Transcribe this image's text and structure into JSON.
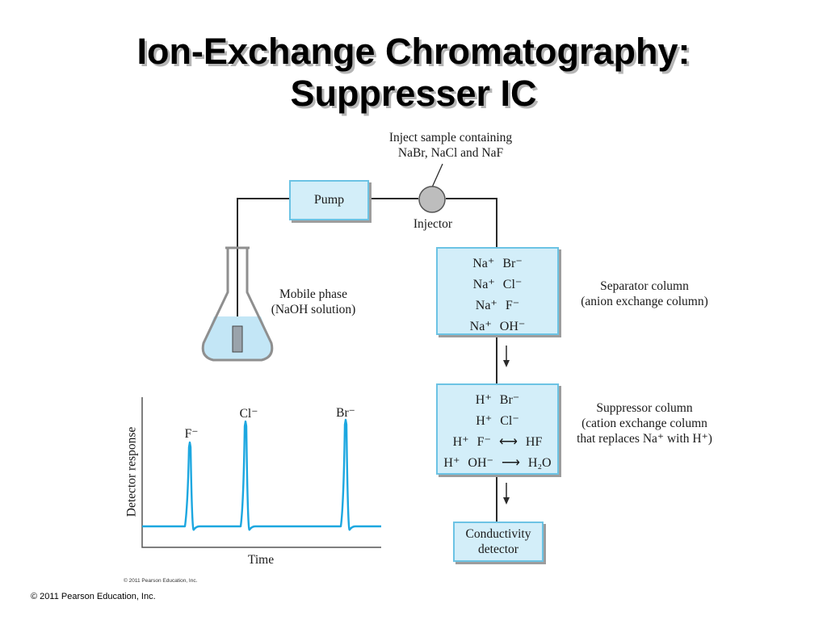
{
  "title": {
    "line1": "Ion-Exchange Chromatography:",
    "line2": "Suppresser IC"
  },
  "inject": {
    "line1": "Inject sample containing",
    "line2": "NaBr, NaCl and NaF"
  },
  "pump_label": "Pump",
  "injector_label": "Injector",
  "mobile_phase": {
    "line1": "Mobile phase",
    "line2": "(NaOH solution)"
  },
  "separator": {
    "rows": [
      [
        "Na⁺",
        "Br⁻"
      ],
      [
        "Na⁺",
        "Cl⁻"
      ],
      [
        "Na⁺",
        "F⁻"
      ],
      [
        "Na⁺",
        "OH⁻"
      ]
    ],
    "label_line1": "Separator column",
    "label_line2": "(anion exchange column)"
  },
  "suppressor": {
    "rows": [
      [
        "H⁺",
        "Br⁻"
      ],
      [
        "H⁺",
        "Cl⁻"
      ],
      [
        "H⁺",
        "F⁻",
        "⟷",
        "HF"
      ],
      [
        "H⁺",
        "OH⁻",
        "⟶",
        "H₂O"
      ]
    ],
    "label_line1": "Suppressor column",
    "label_line2": "(cation exchange column",
    "label_line3": "that replaces Na⁺ with H⁺)"
  },
  "detector": {
    "line1": "Conductivity",
    "line2": "detector"
  },
  "colors": {
    "box_fill": "#d3eef9",
    "box_border": "#6cc3e4",
    "trace": "#1ca7e0",
    "flask_liquid": "#c3e6f6"
  },
  "chromatogram": {
    "ylabel": "Detector response",
    "xlabel": "Time",
    "peaks": [
      {
        "label": "F⁻"
      },
      {
        "label": "Cl⁻"
      },
      {
        "label": "Br⁻"
      }
    ]
  },
  "copyright_small": "© 2011 Pearson Education, Inc.",
  "copyright_main": "© 2011 Pearson Education, Inc."
}
